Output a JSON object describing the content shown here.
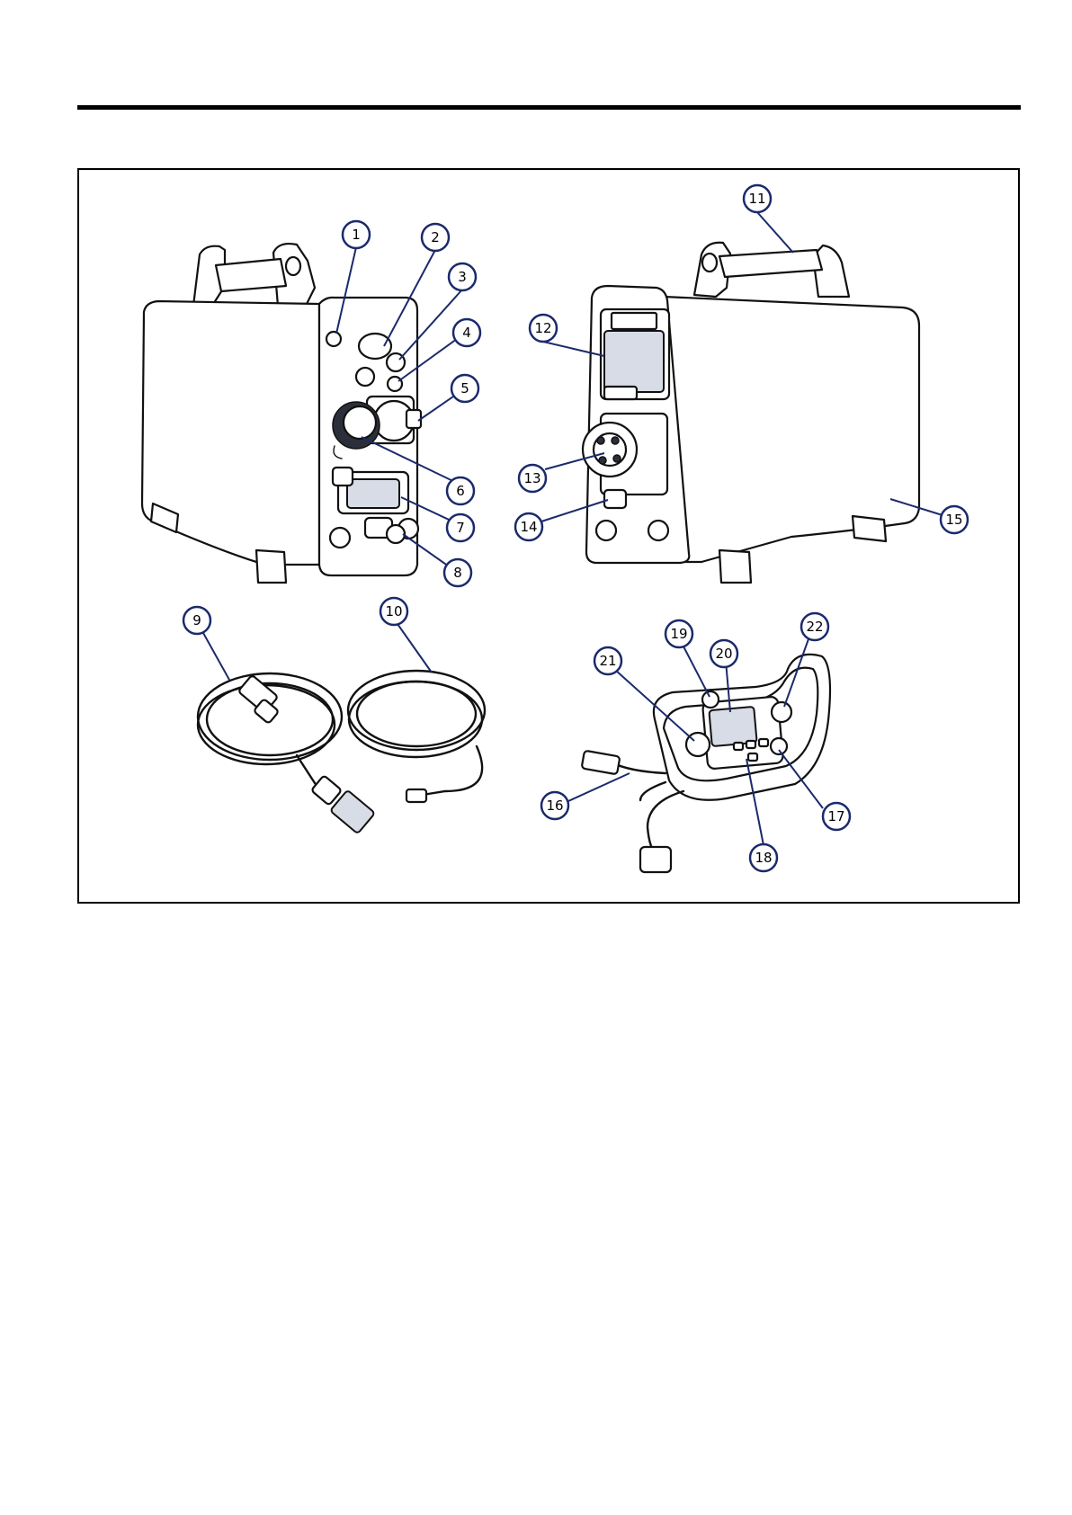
{
  "callouts": [
    {
      "n": "1"
    },
    {
      "n": "2"
    },
    {
      "n": "3"
    },
    {
      "n": "4"
    },
    {
      "n": "5"
    },
    {
      "n": "6"
    },
    {
      "n": "7"
    },
    {
      "n": "8"
    },
    {
      "n": "9"
    },
    {
      "n": "10"
    },
    {
      "n": "11"
    },
    {
      "n": "12"
    },
    {
      "n": "13"
    },
    {
      "n": "14"
    },
    {
      "n": "15"
    },
    {
      "n": "16"
    },
    {
      "n": "17"
    },
    {
      "n": "18"
    },
    {
      "n": "19"
    },
    {
      "n": "20"
    },
    {
      "n": "21"
    },
    {
      "n": "22"
    }
  ],
  "colors": {
    "callout_stroke": "#1b2a6b",
    "rule": "#000000"
  }
}
